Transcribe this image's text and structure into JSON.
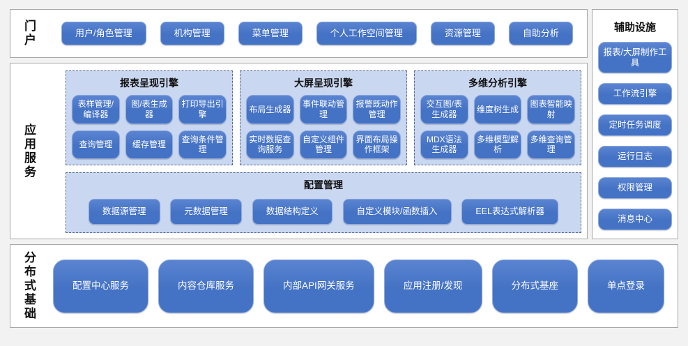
{
  "colors": {
    "accent_blue": "#4472c4",
    "button_border": "#8faadc",
    "panel_fill": "#cad7f1",
    "panel_dash_border": "#55688f",
    "section_border": "#a8a8a8",
    "page_background": "#f2f2f2",
    "button_text": "#ffffff",
    "label_text": "#111111"
  },
  "portal": {
    "label": "门户",
    "buttons": [
      "用户/角色管理",
      "机构管理",
      "菜单管理",
      "个人工作空间管理",
      "资源管理",
      "自助分析"
    ]
  },
  "app_services": {
    "label": "应用服务",
    "engines": [
      {
        "title": "报表呈现引擎",
        "buttons": [
          "表样管理/编译器",
          "图/表生成器",
          "打印导出引擎",
          "查询管理",
          "缓存管理",
          "查询条件管理"
        ]
      },
      {
        "title": "大屏呈现引擎",
        "buttons": [
          "布局生成器",
          "事件联动管理",
          "报警既动作管理",
          "实时数据查询服务",
          "自定义组件管理",
          "界面布局操作框架"
        ]
      },
      {
        "title": "多维分析引擎",
        "buttons": [
          "交互图/表生成器",
          "维度树生成",
          "图表智能映射",
          "MDX语法生成器",
          "多维模型解析",
          "多维查询管理"
        ]
      }
    ],
    "config": {
      "title": "配置管理",
      "buttons": [
        "数据源管理",
        "元数据管理",
        "数据结构定义",
        "自定义模块/函数插入",
        "EEL表达式解析器"
      ]
    }
  },
  "auxiliary": {
    "title": "辅助设施",
    "buttons": [
      "报表/大屏制作工具",
      "工作流引擎",
      "定时任务调度",
      "运行日志",
      "权限管理",
      "消息中心"
    ]
  },
  "distributed_base": {
    "label": "分布式基础",
    "buttons": [
      "配置中心服务",
      "内容仓库服务",
      "内部API网关服务",
      "应用注册/发现",
      "分布式基座",
      "单点登录"
    ]
  }
}
